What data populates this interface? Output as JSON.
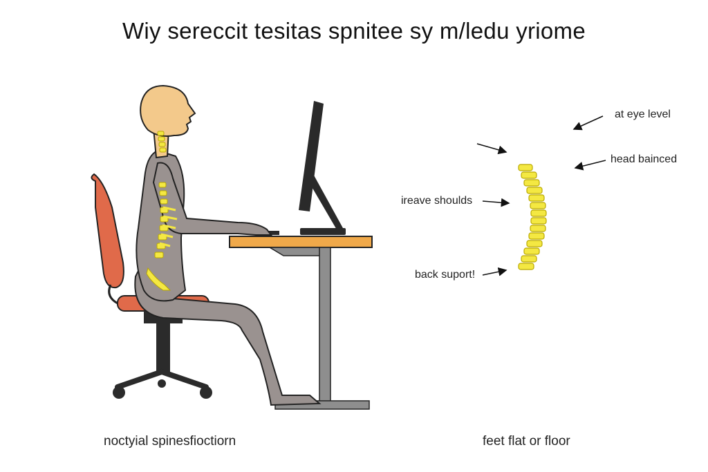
{
  "title": "Wiy sereccit tesitas spnitee sy m/ledu yriome",
  "labels": {
    "eye_level": "at eye level",
    "head_balanced": "head bainced",
    "shoulders": "ireave shoulds",
    "back_support": "back suport!"
  },
  "captions": {
    "left": "noctyial spinesfioctiorn",
    "right": "feet flat or floor"
  },
  "colors": {
    "skin": "#f3c98b",
    "body": "#9a9290",
    "spine": "#f4e842",
    "chair": "#e06a4a",
    "desk_top": "#f0a94a",
    "desk_leg": "#8e8e8e",
    "monitor": "#2a2a2a"
  }
}
